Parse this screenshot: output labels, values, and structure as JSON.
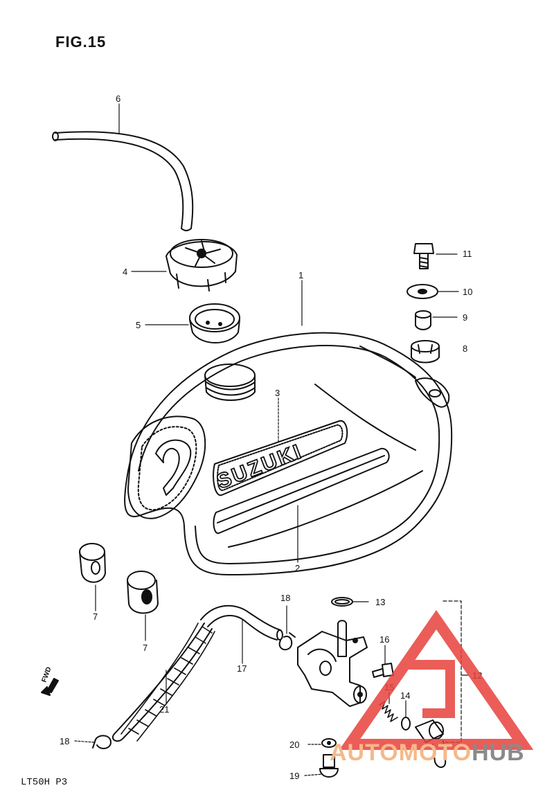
{
  "figure": {
    "title": "FIG.15",
    "model_code": "LT50H P3"
  },
  "parts": [
    {
      "num": "1"
    },
    {
      "num": "2"
    },
    {
      "num": "3"
    },
    {
      "num": "4"
    },
    {
      "num": "5"
    },
    {
      "num": "6"
    },
    {
      "num": "7"
    },
    {
      "num": "8"
    },
    {
      "num": "9"
    },
    {
      "num": "10"
    },
    {
      "num": "11"
    },
    {
      "num": "12"
    },
    {
      "num": "13"
    },
    {
      "num": "14"
    },
    {
      "num": "15"
    },
    {
      "num": "16"
    },
    {
      "num": "17"
    },
    {
      "num": "18"
    },
    {
      "num": "19"
    },
    {
      "num": "20"
    },
    {
      "num": "21"
    }
  ],
  "tank_logo": "SUZUKI",
  "direction_mark": "FWD",
  "watermark": {
    "part1": "AUTOMOTO",
    "part2": "HUB",
    "color_red": "#e8413c",
    "color_orange": "#f5b98a",
    "color_gray": "#8a8a8a"
  }
}
